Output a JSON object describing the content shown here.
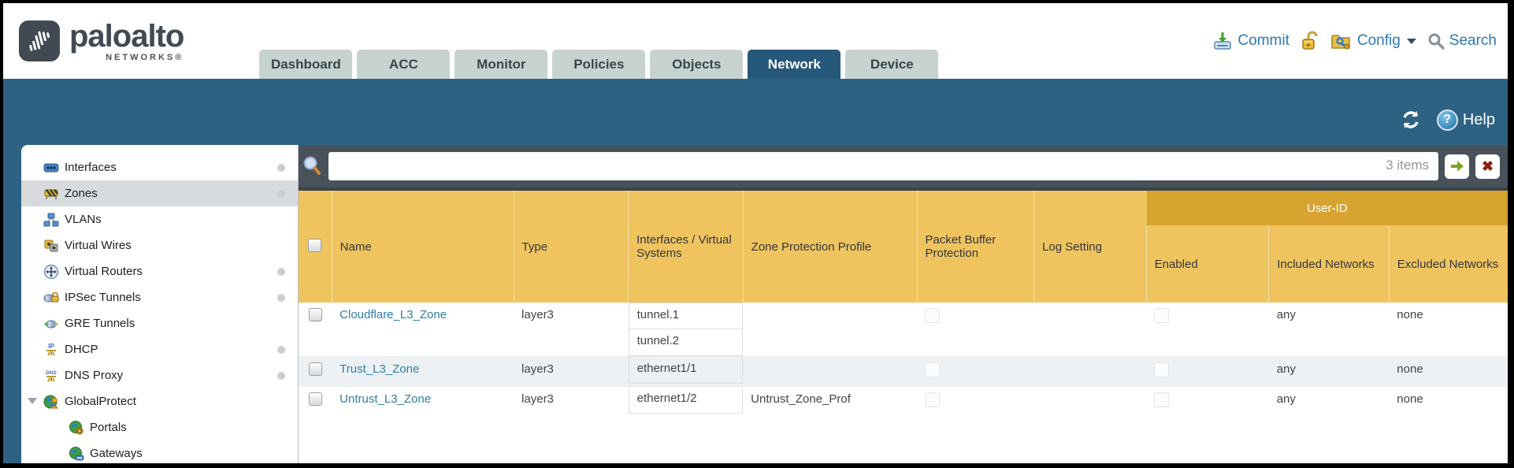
{
  "brand": {
    "wordmark": "paloalto",
    "sub": "NETWORKS",
    "registered": "®"
  },
  "nav": {
    "tabs": [
      {
        "label": "Dashboard",
        "active": false
      },
      {
        "label": "ACC",
        "active": false
      },
      {
        "label": "Monitor",
        "active": false
      },
      {
        "label": "Policies",
        "active": false
      },
      {
        "label": "Objects",
        "active": false
      },
      {
        "label": "Network",
        "active": true
      },
      {
        "label": "Device",
        "active": false
      }
    ],
    "actions": {
      "commit_label": "Commit",
      "config_label": "Config",
      "search_label": "Search"
    }
  },
  "toolbar": {
    "help_label": "Help"
  },
  "filter": {
    "value": "",
    "placeholder": "",
    "items_count": "3 items"
  },
  "sidebar": {
    "items": [
      {
        "label": "Interfaces",
        "icon": "interfaces-icon",
        "dot": true,
        "selected": false
      },
      {
        "label": "Zones",
        "icon": "zones-icon",
        "dot": true,
        "selected": true
      },
      {
        "label": "VLANs",
        "icon": "vlans-icon",
        "dot": false,
        "selected": false
      },
      {
        "label": "Virtual Wires",
        "icon": "virtual-wires-icon",
        "dot": false,
        "selected": false
      },
      {
        "label": "Virtual Routers",
        "icon": "virtual-routers-icon",
        "dot": true,
        "selected": false
      },
      {
        "label": "IPSec Tunnels",
        "icon": "ipsec-tunnels-icon",
        "dot": true,
        "selected": false
      },
      {
        "label": "GRE Tunnels",
        "icon": "gre-tunnels-icon",
        "dot": false,
        "selected": false
      },
      {
        "label": "DHCP",
        "icon": "dhcp-icon",
        "dot": true,
        "selected": false
      },
      {
        "label": "DNS Proxy",
        "icon": "dns-proxy-icon",
        "dot": true,
        "selected": false
      },
      {
        "label": "GlobalProtect",
        "icon": "globalprotect-icon",
        "dot": false,
        "selected": false,
        "expanded": true
      },
      {
        "label": "Portals",
        "icon": "portals-icon",
        "dot": false,
        "selected": false,
        "sub": true
      },
      {
        "label": "Gateways",
        "icon": "gateways-icon",
        "dot": false,
        "selected": false,
        "sub": true
      }
    ]
  },
  "table": {
    "group_header": "User-ID",
    "columns": [
      "Name",
      "Type",
      "Interfaces / Virtual Systems",
      "Zone Protection Profile",
      "Packet Buffer Protection",
      "Log Setting",
      "Enabled",
      "Included Networks",
      "Excluded Networks"
    ],
    "rows": [
      {
        "name": "Cloudflare_L3_Zone",
        "type": "layer3",
        "interfaces": [
          "tunnel.1",
          "tunnel.2"
        ],
        "zone_protection_profile": "",
        "packet_buffer_protection": "",
        "log_setting": "",
        "enabled": "",
        "included_networks": "any",
        "excluded_networks": "none"
      },
      {
        "name": "Trust_L3_Zone",
        "type": "layer3",
        "interfaces": [
          "ethernet1/1"
        ],
        "zone_protection_profile": "",
        "packet_buffer_protection": "",
        "log_setting": "",
        "enabled": "",
        "included_networks": "any",
        "excluded_networks": "none"
      },
      {
        "name": "Untrust_L3_Zone",
        "type": "layer3",
        "interfaces": [
          "ethernet1/2"
        ],
        "zone_protection_profile": "Untrust_Zone_Prof",
        "packet_buffer_protection": "",
        "log_setting": "",
        "enabled": "",
        "included_networks": "any",
        "excluded_networks": "none"
      }
    ]
  },
  "colors": {
    "header_gold": "#EFC45F",
    "header_gold_dark": "#D8A430",
    "teal_band": "#2E6283",
    "active_tab": "#26587A",
    "slate_bar": "#47525A",
    "link_blue": "#2C7EA8",
    "action_blue": "#2D7AB2"
  }
}
